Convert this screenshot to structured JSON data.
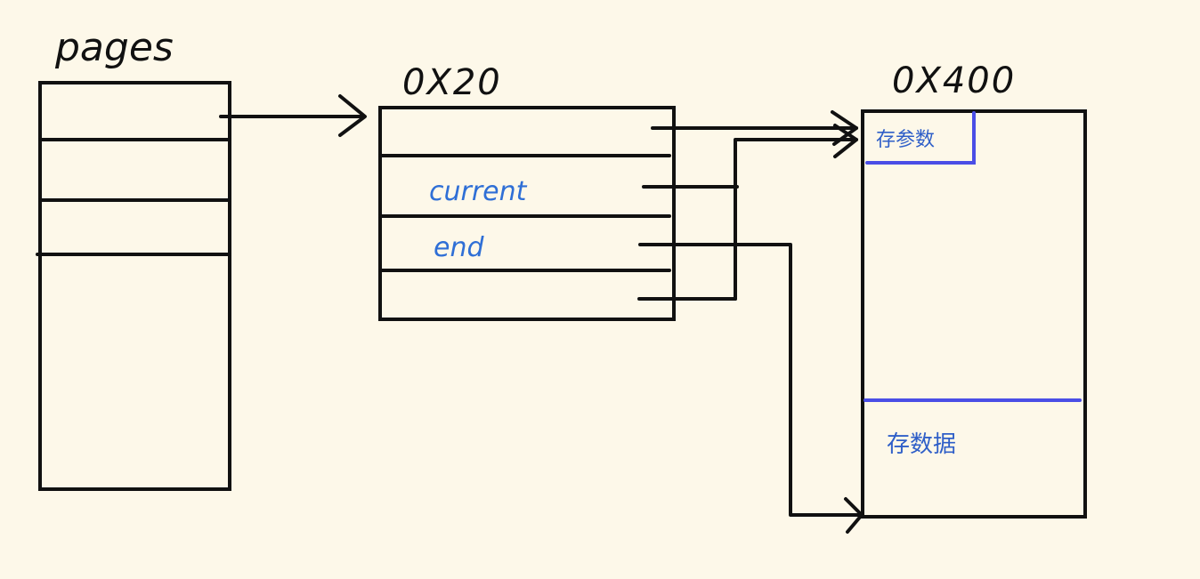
{
  "labels": {
    "pages": "pages",
    "page_addr": "0X20",
    "block_addr": "0X400",
    "current": "current",
    "end": "end",
    "store_params": "存参数",
    "store_data": "存数据"
  },
  "colors": {
    "background": "#fdf8e9",
    "ink": "#111111",
    "blue_ink": "#2f6fd6",
    "divider_blue": "#4a4ee6"
  }
}
